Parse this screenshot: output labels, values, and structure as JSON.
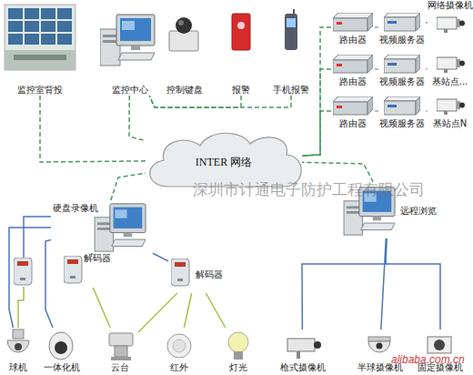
{
  "diagram": {
    "nodes": [
      {
        "text": [
          "监控室背投"
        ]
      },
      {
        "text": [
          "监控中心"
        ]
      },
      {
        "text": [
          "控制键盘"
        ]
      },
      {
        "text": [
          "报警"
        ]
      },
      {
        "text": [
          "手机报警"
        ]
      },
      {
        "text": [
          "路由器"
        ]
      },
      {
        "text": [
          "视频服务器"
        ]
      },
      {
        "text": [
          "网络摄像机"
        ]
      },
      {
        "text": [
          "路由器"
        ]
      },
      {
        "text": [
          "视频服务器"
        ]
      },
      {
        "text": [
          "基站点..."
        ]
      },
      {
        "text": [
          "路由器"
        ]
      },
      {
        "text": [
          "视频服务器"
        ]
      },
      {
        "text": [
          "基站点N"
        ]
      },
      {
        "text": [
          "INTER 网络"
        ]
      },
      {
        "text": [
          "硬盘录像机"
        ]
      },
      {
        "text": [
          "解码器"
        ]
      },
      {
        "text": [
          "解码器"
        ]
      },
      {
        "text": [
          "球机"
        ]
      },
      {
        "text": [
          "一体化机"
        ]
      },
      {
        "text": [
          "云台"
        ]
      },
      {
        "text": [
          "红外"
        ]
      },
      {
        "text": [
          "灯光"
        ]
      },
      {
        "text": [
          "远程浏览"
        ]
      },
      {
        "text": [
          "枪式摄像机"
        ]
      },
      {
        "text": [
          "半球摄像机"
        ]
      },
      {
        "text": [
          "固定摄像机"
        ]
      }
    ],
    "edges": [
      {
        "from": 0,
        "to": 14,
        "arrow": "none"
      },
      {
        "from": 1,
        "to": 14,
        "arrow": "none"
      },
      {
        "from": 2,
        "to": 1,
        "arrow": "none"
      },
      {
        "from": 3,
        "to": 1,
        "arrow": "none"
      },
      {
        "from": 4,
        "to": 1,
        "arrow": "none"
      },
      {
        "from": 5,
        "to": 14,
        "arrow": "none"
      },
      {
        "from": 8,
        "to": 14,
        "arrow": "none"
      },
      {
        "from": 11,
        "to": 14,
        "arrow": "none"
      },
      {
        "from": 5,
        "to": 6,
        "arrow": "none"
      },
      {
        "from": 6,
        "to": 7,
        "arrow": "none"
      },
      {
        "from": 8,
        "to": 9,
        "arrow": "none"
      },
      {
        "from": 9,
        "to": 10,
        "arrow": "none"
      },
      {
        "from": 11,
        "to": 12,
        "arrow": "none"
      },
      {
        "from": 12,
        "to": 13,
        "arrow": "none"
      },
      {
        "from": 15,
        "to": 14,
        "arrow": "none"
      },
      {
        "from": 23,
        "to": 14,
        "arrow": "none"
      },
      {
        "from": 15,
        "to": 18,
        "arrow": "none"
      },
      {
        "from": 15,
        "to": 19,
        "arrow": "none"
      },
      {
        "from": 15,
        "to": 16,
        "arrow": "none"
      },
      {
        "from": 15,
        "to": 17,
        "arrow": "none"
      },
      {
        "from": 16,
        "to": 20,
        "arrow": "none"
      },
      {
        "from": 17,
        "to": 20,
        "arrow": "none"
      },
      {
        "from": 17,
        "to": 21,
        "arrow": "none"
      },
      {
        "from": 17,
        "to": 22,
        "arrow": "none"
      },
      {
        "from": 23,
        "to": 24,
        "arrow": "none"
      },
      {
        "from": 23,
        "to": 25,
        "arrow": "none"
      },
      {
        "from": 23,
        "to": 26,
        "arrow": "none"
      }
    ],
    "labels": [
      "深圳市计通电子防护工程有限公司",
      "alibaba.com.cn"
    ]
  }
}
